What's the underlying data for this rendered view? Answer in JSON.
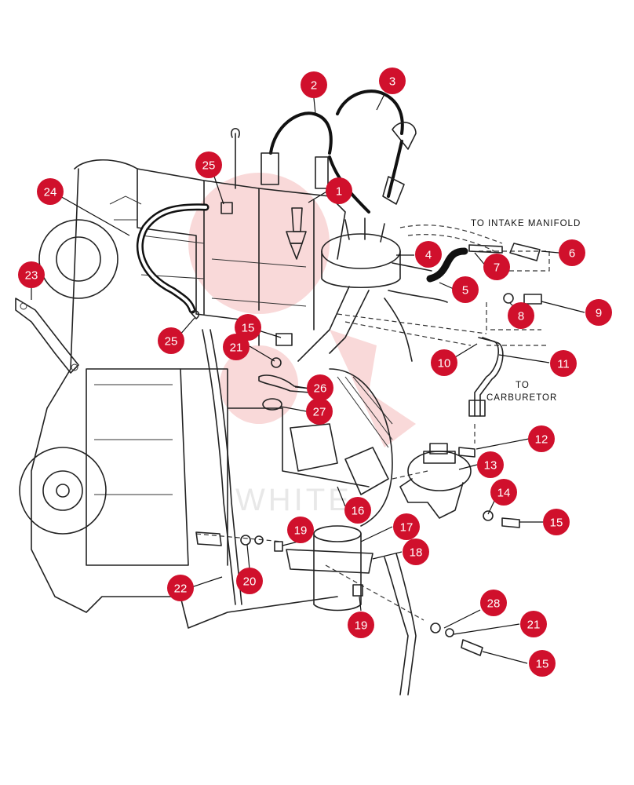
{
  "notes": {
    "intake": "TO INTAKE MANIFOLD",
    "carb_line1": "TO",
    "carb_line2": "CARBURETOR"
  },
  "watermark": "WHITE",
  "colors": {
    "callout": "#d0102c",
    "callout_text": "#ffffff",
    "line": "#111111",
    "watermark": "#f4b9b9"
  },
  "callouts": [
    {
      "label": "1"
    },
    {
      "label": "2"
    },
    {
      "label": "3"
    },
    {
      "label": "4"
    },
    {
      "label": "5"
    },
    {
      "label": "6"
    },
    {
      "label": "7"
    },
    {
      "label": "8"
    },
    {
      "label": "9"
    },
    {
      "label": "10"
    },
    {
      "label": "11"
    },
    {
      "label": "12"
    },
    {
      "label": "13"
    },
    {
      "label": "14"
    },
    {
      "label": "15"
    },
    {
      "label": "15"
    },
    {
      "label": "15"
    },
    {
      "label": "16"
    },
    {
      "label": "17"
    },
    {
      "label": "18"
    },
    {
      "label": "19"
    },
    {
      "label": "19"
    },
    {
      "label": "20"
    },
    {
      "label": "21"
    },
    {
      "label": "21"
    },
    {
      "label": "22"
    },
    {
      "label": "23"
    },
    {
      "label": "24"
    },
    {
      "label": "25"
    },
    {
      "label": "25"
    },
    {
      "label": "26"
    },
    {
      "label": "27"
    },
    {
      "label": "28"
    }
  ]
}
